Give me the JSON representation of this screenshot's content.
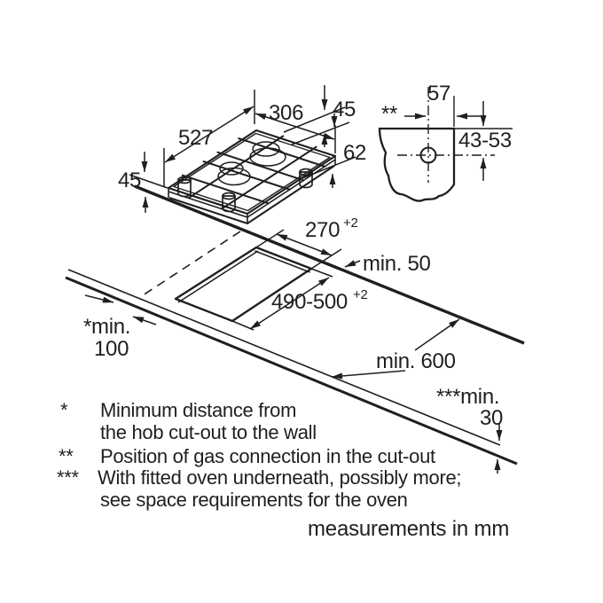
{
  "colors": {
    "line": "#1f1f1f",
    "burner_fill": "#c8c8c8",
    "burner_cap_fill": "#cfcfcf",
    "background": "#ffffff"
  },
  "hob_view": {
    "dim_length": "527",
    "dim_width": "306",
    "dim_rim_height": "45",
    "dim_body_height": "62",
    "dim_install_height": "45"
  },
  "gas_connection_detail": {
    "marker": "**",
    "dim_from_center": "57",
    "dim_depth_range": "43-53"
  },
  "installation_view": {
    "cutout_width": "270",
    "cutout_width_tolerance": "+2",
    "cutout_length": "490-500",
    "cutout_length_tolerance": "+2",
    "min_rear_distance": "min. 50",
    "side_note_line": "*min.",
    "side_note_value": "100",
    "min_worktop_depth": "min. 600",
    "below_note_line": "***min.",
    "below_note_value": "30"
  },
  "footnotes": [
    {
      "marker": "*",
      "line1": "Minimum distance from",
      "line2": "the hob cut-out to the wall"
    },
    {
      "marker": "**",
      "line1": "Position of gas connection in the cut-out",
      "line2": ""
    },
    {
      "marker": "***",
      "line1": "With fitted oven underneath, possibly more;",
      "line2": "see space requirements for the oven"
    }
  ],
  "units_note": "measurements in mm"
}
